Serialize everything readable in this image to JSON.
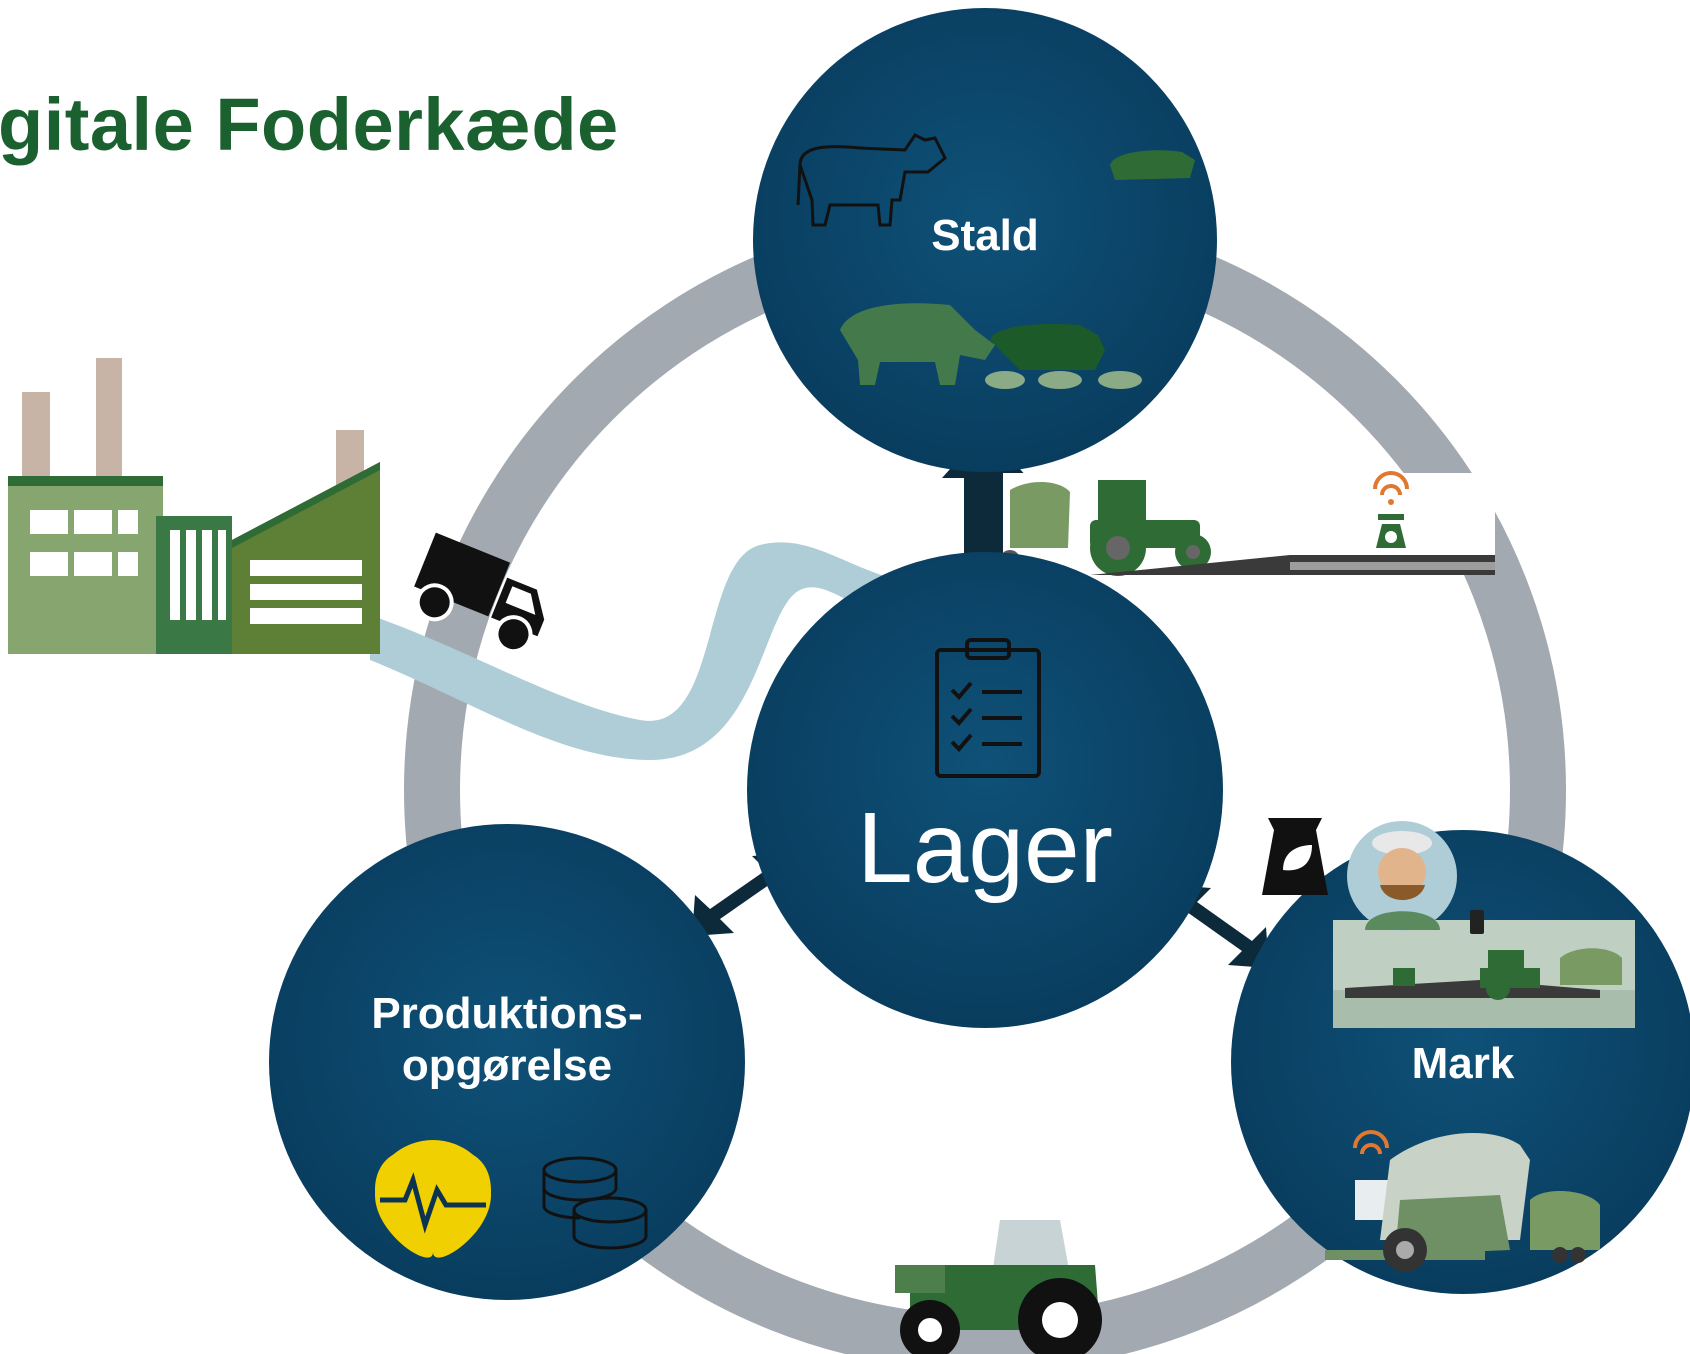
{
  "title": "gitale Foderkæde",
  "nodes": {
    "stald": {
      "label": "Stald"
    },
    "lager": {
      "label": "Lager"
    },
    "produktion": {
      "line1": "Produktions-",
      "line2": "opgørelse"
    },
    "mark": {
      "label": "Mark"
    }
  },
  "colors": {
    "circle": "#0c4a6e",
    "ring": "#a9aeb4",
    "title": "#1b6130",
    "arrow": "#0d2a3b",
    "path": "#aecdd6",
    "green_dark": "#2f6b35",
    "green_light": "#7fa56e"
  },
  "icons": [
    "cow-outline-icon",
    "grazing-cows-icon",
    "tractor-trailer-icon",
    "scale-wifi-icon",
    "clipboard-checklist-icon",
    "delivery-truck-icon",
    "factory-icon",
    "feed-bag-icon",
    "farmer-avatar-icon",
    "heart-pulse-icon",
    "coins-icon",
    "forage-harvester-icon",
    "tractor-icon"
  ]
}
